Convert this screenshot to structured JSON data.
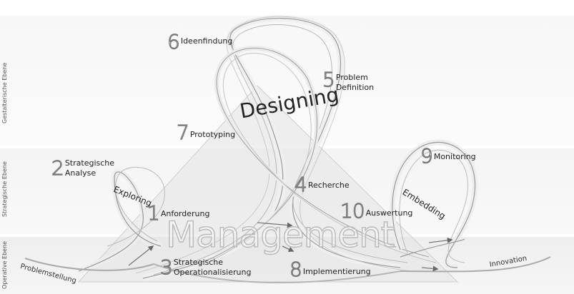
{
  "levels": {
    "top": "Gestalterische Ebene",
    "middle": "Strategische Ebene",
    "bottom": "Operative Ebene"
  },
  "phases": {
    "designing": "Designing",
    "exploring": "Exploring",
    "embedding": "Embedding",
    "management": "Management"
  },
  "edges": {
    "start": "Problemstellung",
    "end": "Innovation"
  },
  "steps": [
    {
      "num": "1",
      "label": "Anforderung"
    },
    {
      "num": "2",
      "label": "Strategische\nAnalyse"
    },
    {
      "num": "3",
      "label": "Strategische\nOperationalisierung"
    },
    {
      "num": "4",
      "label": "Recherche"
    },
    {
      "num": "5",
      "label": "Problem\nDefinition"
    },
    {
      "num": "6",
      "label": "Ideenfindung"
    },
    {
      "num": "7",
      "label": "Prototyping"
    },
    {
      "num": "8",
      "label": "Implementierung"
    },
    {
      "num": "9",
      "label": "Monitoring"
    },
    {
      "num": "10",
      "label": "Auswertung"
    }
  ],
  "colors": {
    "loop_stroke": "#9a9a9a",
    "loop_highlight": "#e9e9e9",
    "triangle": "#d2d2d2",
    "arrow": "#666666"
  }
}
